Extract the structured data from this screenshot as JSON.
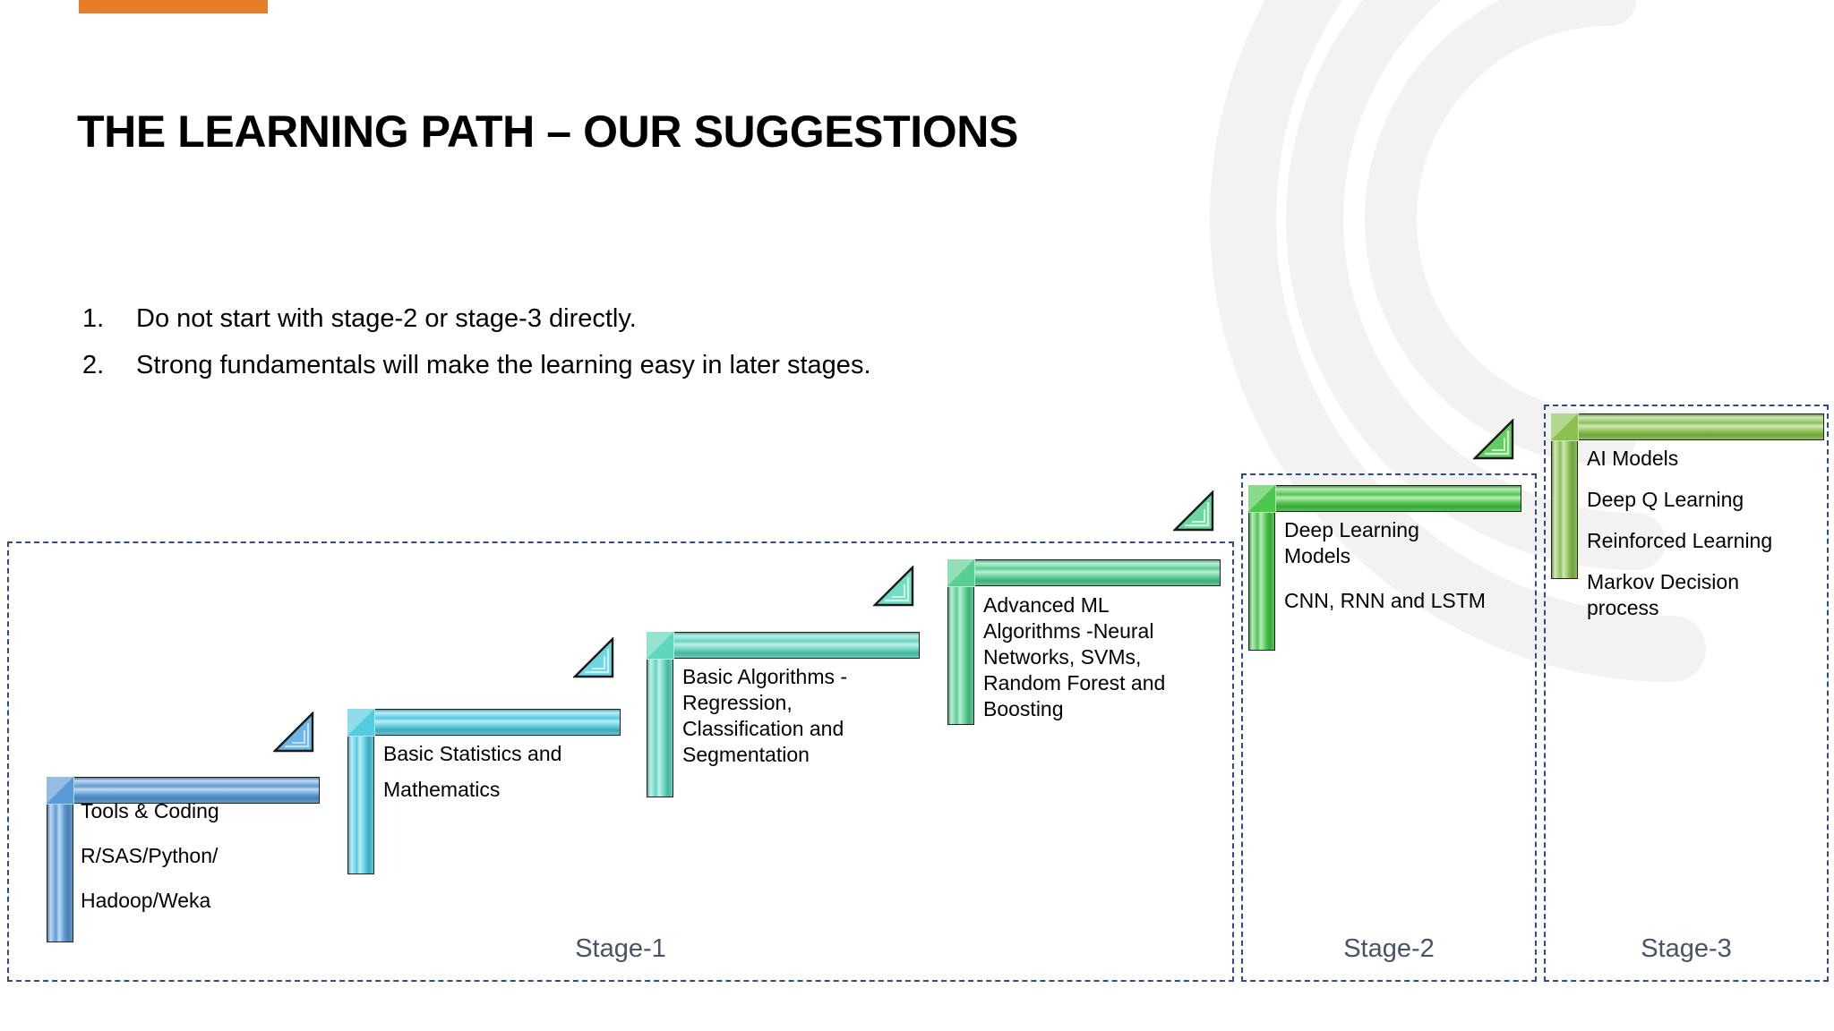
{
  "slide": {
    "title": "THE LEARNING PATH – OUR SUGGESTIONS",
    "accent_color": "#E87D29",
    "stage_label_color": "#44546A",
    "stage_border_color": "#2F4B8C"
  },
  "bullets": [
    {
      "num": "1.",
      "text": "Do not start with stage-2 or stage-3 directly."
    },
    {
      "num": "2.",
      "text": "Strong fundamentals will make the learning easy in later stages."
    }
  ],
  "stages": [
    {
      "id": "stage-1",
      "label": "Stage-1"
    },
    {
      "id": "stage-2",
      "label": "Stage-2"
    },
    {
      "id": "stage-3",
      "label": "Stage-3"
    }
  ],
  "steps": [
    {
      "id": "step-1",
      "stage": "Stage-1",
      "color": "#5B9BD5",
      "lines": [
        "Tools & Coding",
        "R/SAS/Python/",
        "Hadoop/Weka"
      ]
    },
    {
      "id": "step-2",
      "stage": "Stage-1",
      "color": "#55CBE0",
      "lines": [
        "Basic Statistics and",
        "Mathematics"
      ]
    },
    {
      "id": "step-3",
      "stage": "Stage-1",
      "color": "#5FD6BE",
      "lines": [
        "Basic Algorithms -",
        "Regression,",
        "Classification and",
        "Segmentation"
      ]
    },
    {
      "id": "step-4",
      "stage": "Stage-1",
      "color": "#57CE93",
      "lines": [
        "Advanced ML",
        "Algorithms -Neural",
        "Networks, SVMs,",
        "Random Forest and",
        "Boosting"
      ]
    },
    {
      "id": "step-5",
      "stage": "Stage-2",
      "color": "#4EC74E",
      "lines": [
        "Deep Learning",
        "Models",
        "CNN, RNN and LSTM"
      ]
    },
    {
      "id": "step-6",
      "stage": "Stage-3",
      "color": "#8CC152",
      "lines": [
        "AI Models",
        "Deep Q Learning",
        "Reinforced Learning",
        "Markov Decision",
        "process"
      ]
    }
  ]
}
